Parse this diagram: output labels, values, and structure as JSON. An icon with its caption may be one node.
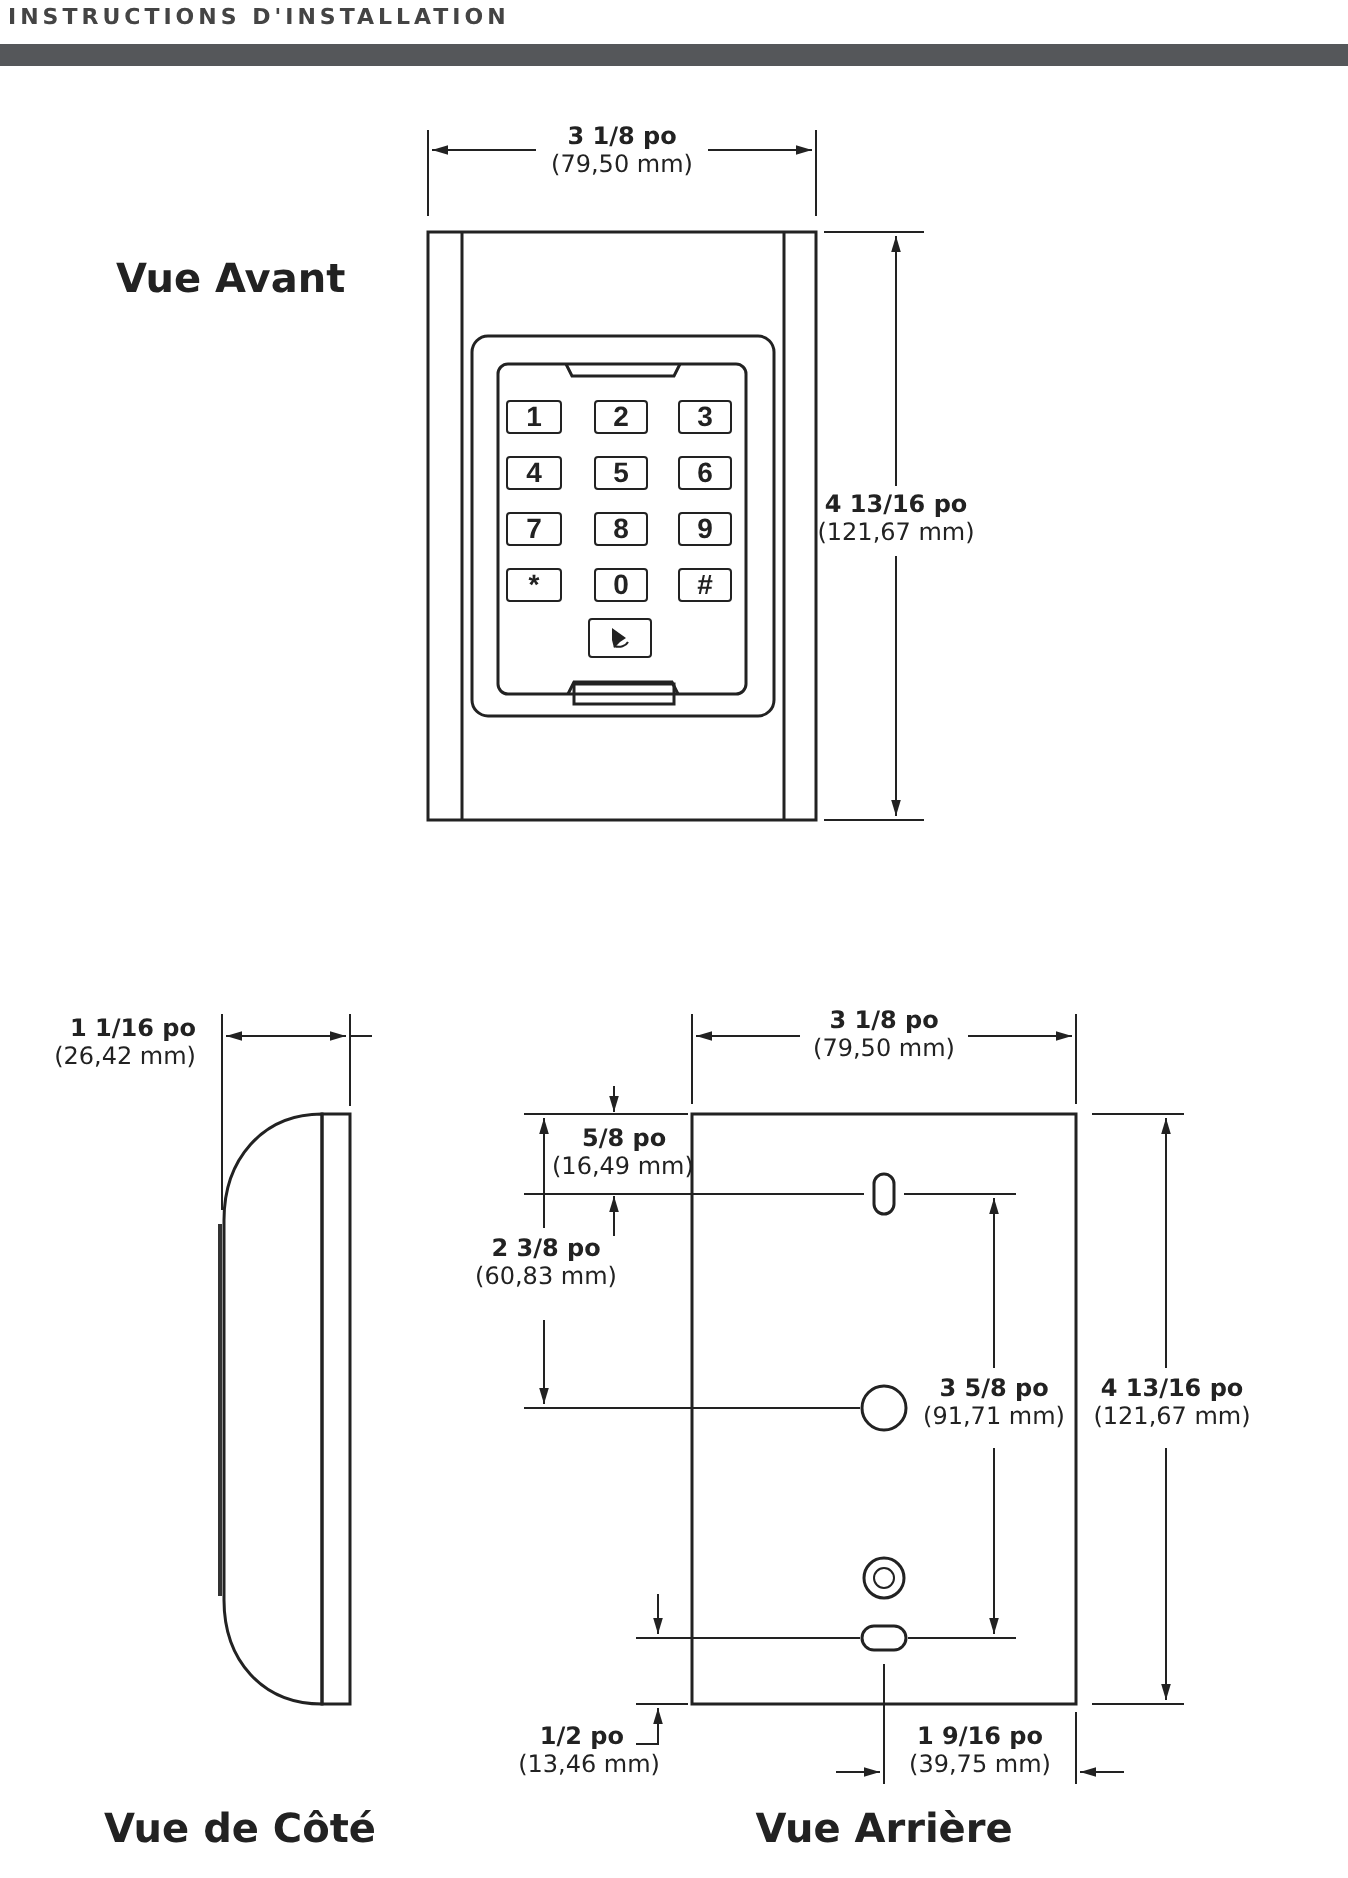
{
  "diagram": {
    "title": "INSTRUCTIONS D'INSTALLATION",
    "nodes": [
      {
        "text": [
          "1"
        ]
      },
      {
        "text": [
          "2"
        ]
      },
      {
        "text": [
          "3"
        ]
      },
      {
        "text": [
          "4"
        ]
      },
      {
        "text": [
          "5"
        ]
      },
      {
        "text": [
          "6"
        ]
      },
      {
        "text": [
          "7"
        ]
      },
      {
        "text": [
          "8"
        ]
      },
      {
        "text": [
          "9"
        ]
      },
      {
        "text": [
          "*"
        ]
      },
      {
        "text": [
          "0"
        ]
      },
      {
        "text": [
          "#"
        ]
      },
      {
        "text": [],
        "shape": "box"
      }
    ],
    "edges": [],
    "labels": [
      "Vue Avant",
      "3 1/8 po",
      "(79,50 mm)",
      "4 13/16 po",
      "(121,67 mm)",
      "1 1/16 po",
      "(26,42 mm)",
      "3 1/8 po",
      "(79,50 mm)",
      "5/8 po",
      "(16,49 mm)",
      "2 3/8 po",
      "(60,83 mm)",
      "3 5/8 po",
      "(91,71 mm)",
      "4 13/16 po",
      "(121,67 mm)",
      "1/2 po",
      "(13,46 mm)",
      "1 9/16 po",
      "(39,75 mm)",
      "Vue de Côté",
      "Vue Arrière"
    ]
  }
}
